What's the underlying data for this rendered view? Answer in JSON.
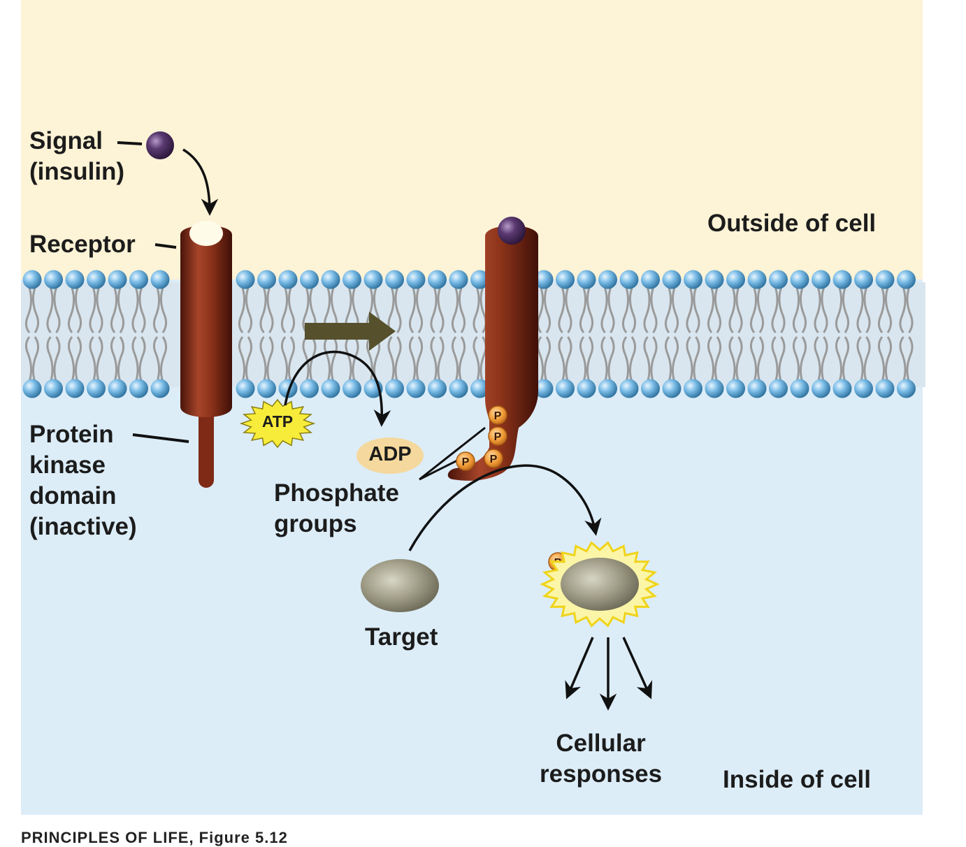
{
  "labels": {
    "signal": [
      "Signal",
      "(insulin)"
    ],
    "receptor": "Receptor",
    "outside": "Outside of cell",
    "inside": "Inside of cell",
    "kinase": [
      "Protein",
      "kinase",
      "domain",
      "(inactive)"
    ],
    "atp": "ATP",
    "adp": "ADP",
    "phosphate": [
      "Phosphate",
      "groups"
    ],
    "target": "Target",
    "cellular": [
      "Cellular",
      "responses"
    ],
    "p": "P"
  },
  "credit": "PRINCIPLES OF LIFE, Figure 5.12",
  "colors": {
    "outside_bg": "#fdf3d6",
    "inside_bg": "#dcedf8",
    "receptor": "#7e2a16",
    "signal": "#4b2d5e",
    "lipid_head": "#6fb3e0",
    "atp_burst": "#f7ec3a",
    "phosphate": "#f0a23a",
    "target": "#a9a691",
    "arrow": "#56502c"
  }
}
